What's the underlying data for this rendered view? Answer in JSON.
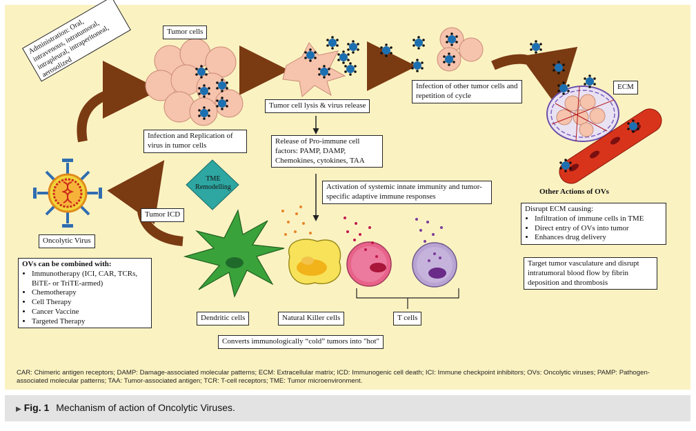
{
  "labels": {
    "administration": "Administration: Oral, intravenous, intratumoral, intrapleural, intraperitoneal, aerosolized",
    "tumor_cells": "Tumor cells",
    "infection_replication": "Infection and Replication of virus in tumor cells",
    "lysis_release": "Tumor cell lysis & virus release",
    "infection_other": "Infection of other tumor cells and repetition of cycle",
    "ecm": "ECM",
    "pro_immune": "Release of Pro-immune cell factors: PAMP, DAMP, Chemokines, cytokines, TAA",
    "tme_remodelling": "TME Remodelling",
    "tumor_icd": "Tumor ICD",
    "oncolytic_virus": "Oncolytic Virus",
    "activation": "Activation of systemic innate immunity and tumor-specific adaptive immune responses",
    "other_actions_title": "Other Actions of OVs",
    "dendritic_cells": "Dendritic cells",
    "natural_killer_cells": "Natural Killer cells",
    "t_cells": "T cells",
    "converts": "Converts immunologically “cold” tumors into \"hot\"",
    "target_vasculature": "Target tumor vasculature and disrupt intratumoral blood flow by fibrin deposition and thrombosis"
  },
  "combined": {
    "title": "OVs can be combined with:",
    "items": [
      "Immunotherapy (ICI, CAR, TCRs, BiTE- or TriTE-armed)",
      "Chemotherapy",
      "Cell Therapy",
      "Cancer Vaccine",
      "Targeted Therapy"
    ]
  },
  "disrupt_ecm": {
    "title": "Disrupt ECM causing:",
    "items": [
      "Infiltration of immune cells in TME",
      "Direct entry of OVs into tumor",
      "Enhances drug delivery"
    ]
  },
  "footnote": "CAR: Chimeric antigen receptors; DAMP: Damage-associated molecular patterns; ECM: Extracellular matrix; ICD: Immunogenic cell death; ICI: Immune checkpoint inhibitors; OVs: Oncolytic viruses; PAMP: Pathogen-associated molecular patterns; TAA: Tumor-associated antigen; TCR: T-cell receptors; TME: Tumor microenvironment.",
  "caption": {
    "label": "Fig. 1",
    "text": "Mechanism of action of Oncolytic Viruses."
  },
  "colors": {
    "background": "#fbf2c2",
    "tumor_cell": "#f6c3ad",
    "virus": "#1c6fb0",
    "arrow": "#7a3a12",
    "dendritic_cell": "#3aa23a",
    "nk_cell": "#f7e25a",
    "t_cell_pink": "#e8628a",
    "t_cell_purple": "#b9a3d3",
    "vessel": "#d8341c"
  }
}
